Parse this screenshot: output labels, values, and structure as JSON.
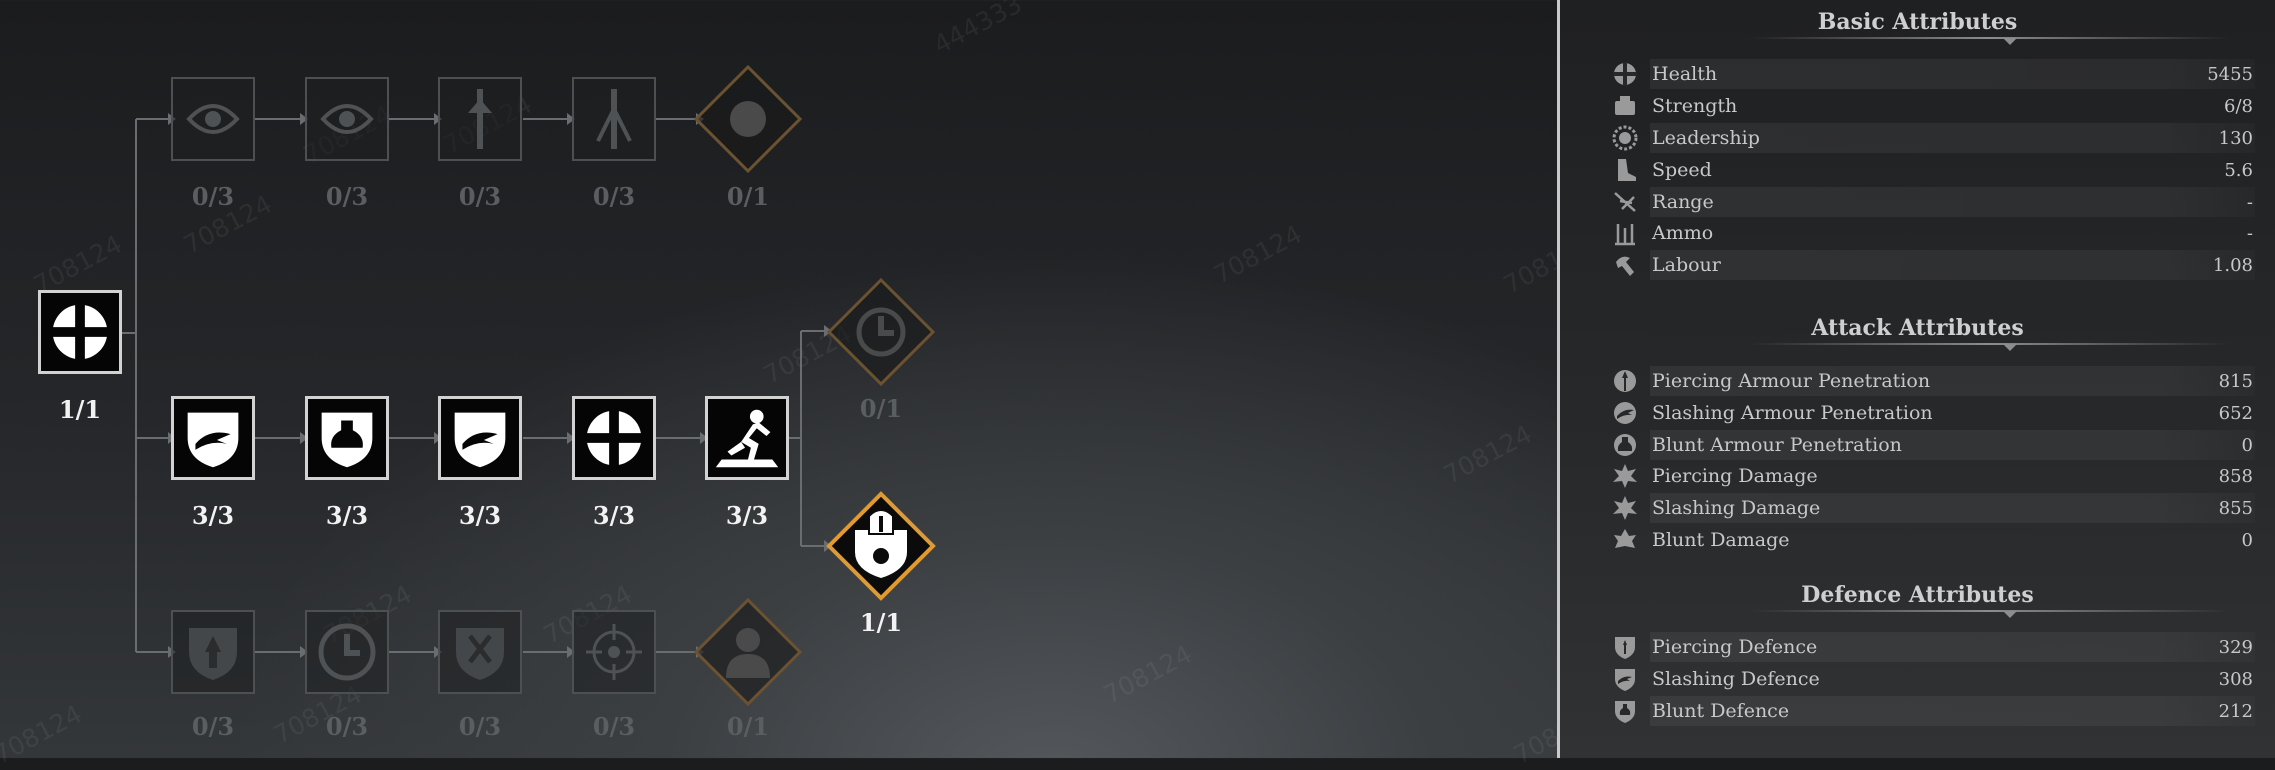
{
  "skill_tree": {
    "root": {
      "count": "1/1",
      "icon": "medical-cross-icon"
    },
    "top_branch": [
      {
        "count": "0/3",
        "icon": "eye-crest-icon"
      },
      {
        "count": "0/3",
        "icon": "eye-crest-icon"
      },
      {
        "count": "0/3",
        "icon": "lance-icon"
      },
      {
        "count": "0/3",
        "icon": "lance-icon"
      },
      {
        "count": "0/1",
        "icon": "burst-emblem-icon"
      }
    ],
    "middle_branch": [
      {
        "count": "3/3",
        "icon": "shield-wave-icon"
      },
      {
        "count": "3/3",
        "icon": "shield-bell-icon"
      },
      {
        "count": "3/3",
        "icon": "shield-wave-icon"
      },
      {
        "count": "3/3",
        "icon": "medical-cross-icon"
      },
      {
        "count": "3/3",
        "icon": "charging-soldier-icon"
      }
    ],
    "middle_upper_tip": {
      "count": "0/1",
      "icon": "clock-emblem-icon"
    },
    "middle_lower_tip": {
      "count": "1/1",
      "icon": "knight-shield-icon"
    },
    "bottom_branch": [
      {
        "count": "0/3",
        "icon": "shield-arrow-icon"
      },
      {
        "count": "0/3",
        "icon": "clock-arrow-icon"
      },
      {
        "count": "0/3",
        "icon": "shield-cross-icon"
      },
      {
        "count": "0/3",
        "icon": "target-icon"
      },
      {
        "count": "0/1",
        "icon": "warrior-emblem-icon"
      }
    ],
    "watermarks": [
      "708124",
      "708124",
      "708124",
      "708124",
      "708124",
      "708124",
      "708124",
      "708124",
      "708124",
      "708124",
      "708124",
      "708124",
      "708124",
      "708124",
      "444333"
    ]
  },
  "attributes": {
    "basic": {
      "title": "Basic Attributes",
      "rows": [
        {
          "label": "Health",
          "value": "5455",
          "icon": "health-cross-icon"
        },
        {
          "label": "Strength",
          "value": "6/8",
          "icon": "strength-icon"
        },
        {
          "label": "Leadership",
          "value": "130",
          "icon": "leadership-icon"
        },
        {
          "label": "Speed",
          "value": "5.6",
          "icon": "speed-boot-icon"
        },
        {
          "label": "Range",
          "value": "-",
          "icon": "range-icon"
        },
        {
          "label": "Ammo",
          "value": "-",
          "icon": "ammo-icon"
        },
        {
          "label": "Labour",
          "value": "1.08",
          "icon": "labour-icon"
        }
      ]
    },
    "attack": {
      "title": "Attack Attributes",
      "rows": [
        {
          "label": "Piercing Armour Penetration",
          "value": "815",
          "icon": "piercing-pen-icon"
        },
        {
          "label": "Slashing Armour Penetration",
          "value": "652",
          "icon": "slashing-pen-icon"
        },
        {
          "label": "Blunt Armour Penetration",
          "value": "0",
          "icon": "blunt-pen-icon"
        },
        {
          "label": "Piercing Damage",
          "value": "858",
          "icon": "piercing-damage-icon"
        },
        {
          "label": "Slashing Damage",
          "value": "855",
          "icon": "slashing-damage-icon"
        },
        {
          "label": "Blunt Damage",
          "value": "0",
          "icon": "blunt-damage-icon"
        }
      ]
    },
    "defence": {
      "title": "Defence Attributes",
      "rows": [
        {
          "label": "Piercing Defence",
          "value": "329",
          "icon": "piercing-defence-icon"
        },
        {
          "label": "Slashing Defence",
          "value": "308",
          "icon": "slashing-defence-icon"
        },
        {
          "label": "Blunt Defence",
          "value": "212",
          "icon": "blunt-defence-icon"
        }
      ]
    }
  }
}
